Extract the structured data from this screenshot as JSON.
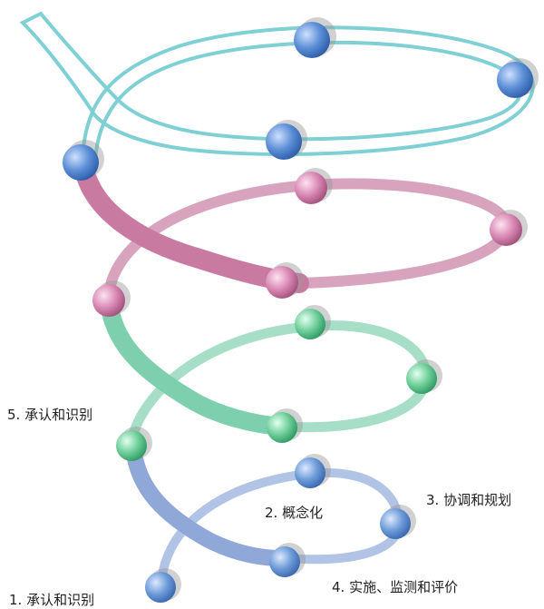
{
  "diagram": {
    "labels": {
      "step1": "1. 承认和识别",
      "step2": "2. 概念化",
      "step3": "3. 协调和规划",
      "step4": "4. 实施、监测和评价",
      "step5": "5. 承认和识别"
    },
    "colors": {
      "coil_cyan": "#7fd0d4",
      "coil_pink": "#c97aa0",
      "coil_green": "#7ecfae",
      "coil_blue": "#8fa8d8",
      "node_blue": "#5b8fd6",
      "node_pink": "#d889b3",
      "node_green": "#6fce9a",
      "node_blue_bottom": "#6d9bd8"
    }
  }
}
